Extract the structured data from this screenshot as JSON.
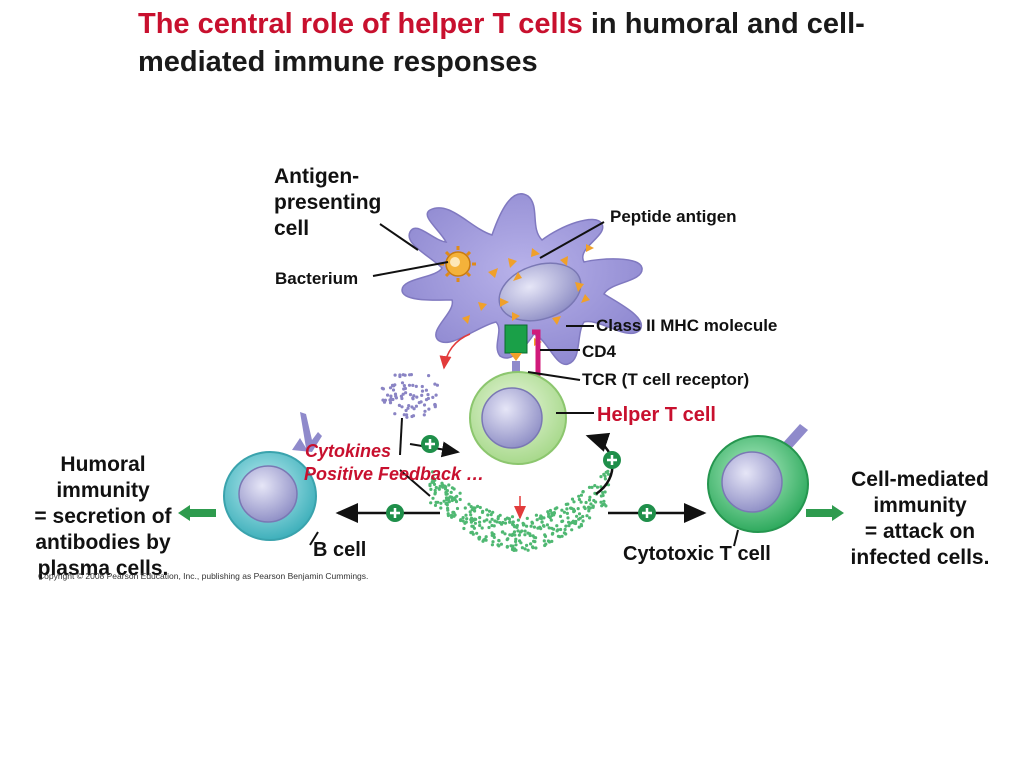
{
  "title": {
    "highlight": "The central role of helper T cells",
    "rest": " in humoral and cell-mediated immune responses"
  },
  "labels": {
    "apc": "Antigen-\npresenting\ncell",
    "bacterium": "Bacterium",
    "peptide_antigen": "Peptide antigen",
    "class_mhc": "Class II MHC molecule",
    "cd4": "CD4",
    "tcr": "TCR (T cell receptor)",
    "helper_t": "Helper T cell",
    "cytokines": "Cytokines",
    "positive_feedback": "Positive Feedback …",
    "b_cell": "B cell",
    "cytotoxic_t": "Cytotoxic T cell",
    "humoral": "Humoral\nimmunity\n= secretion of\nantibodies by\nplasma cells.",
    "cell_mediated": "Cell-mediated\nimmunity\n= attack on\ninfected cells.",
    "copyright": "Copyright © 2008 Pearson Education, Inc., publishing as Pearson Benjamin Cummings."
  },
  "colors": {
    "title_red": "#c8102e",
    "apc_purple": "#9d97d8",
    "helper_green": "#bfe3a8",
    "b_cell_teal": "#6cc6cf",
    "cytotoxic_green": "#4cbf7a",
    "plus_green": "#1f8f4a",
    "cytokine_dot": "#4fb872",
    "cd4_magenta": "#d01a7a"
  }
}
